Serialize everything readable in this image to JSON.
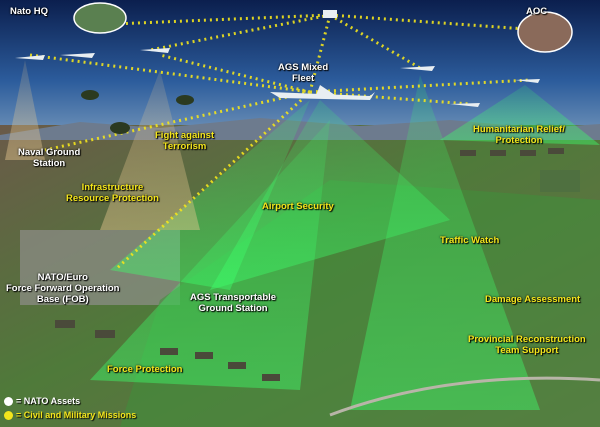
{
  "labels": {
    "nato_hq": "Nato HQ",
    "aoc": "AOC",
    "ags_fleet": "AGS Mixed\nFleet",
    "naval_ground_station": "Naval Ground\nStation",
    "fight_terrorism": "Fight against\nTerrorism",
    "humanitarian": "Humanitarian Relief/\nProtection",
    "infrastructure": "Infrastructure\nResource Protection",
    "airport_security": "Airport Security",
    "traffic_watch": "Traffic Watch",
    "fob": "NATO/Euro\nForce Forward Operation\nBase (FOB)",
    "ags_transportable": "AGS Transportable\nGround Station",
    "damage_assessment": "Damage Assessment",
    "force_protection": "Force Protection",
    "provincial": "Provincial Reconstruction\nTeam Support"
  },
  "legend": [
    {
      "label": "= NATO Assets",
      "color": "#ffffff"
    },
    {
      "label": "= Civil and Military Missions",
      "color": "#f3e51c"
    }
  ],
  "colors": {
    "mission": "#f3e51c",
    "asset": "#ffffff",
    "beam": "#3dff6a"
  }
}
